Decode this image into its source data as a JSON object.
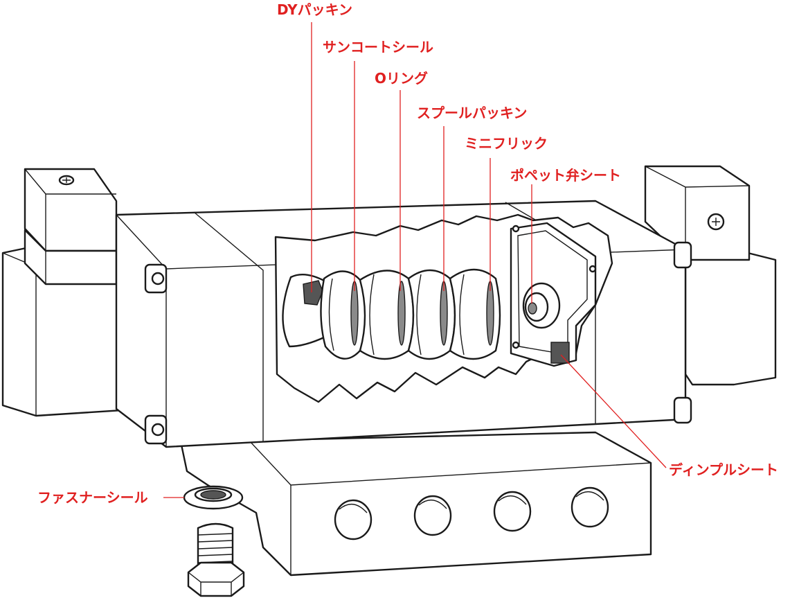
{
  "colors": {
    "label": "#e02020",
    "line": "#1a1a1a",
    "seal_fill": "#8a8a8a"
  },
  "labels": {
    "dy_packing": "DYパッキン",
    "suncoat_seal": "サンコートシール",
    "o_ring": "Oリング",
    "spool_packing": "スプールパッキン",
    "mini_flick": "ミニフリック",
    "poppet_valve_seat": "ポペット弁シート",
    "dimple_seat": "ディンプルシート",
    "fastener_seal": "ファスナーシール"
  }
}
